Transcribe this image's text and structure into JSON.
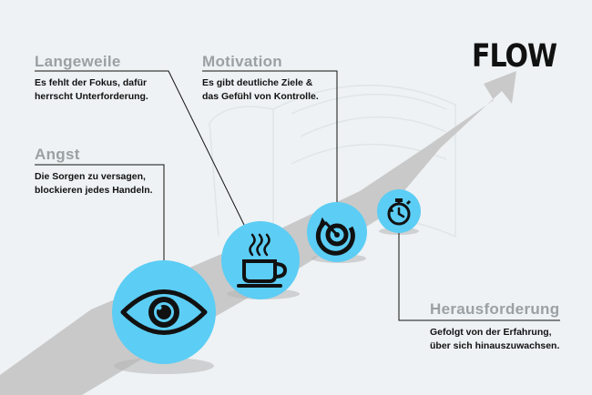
{
  "title": "FLOW",
  "stages": [
    {
      "id": "angst",
      "heading": "Angst",
      "line1": "Die Sorgen zu versagen,",
      "line2": "blockieren jedes Handeln.",
      "icon": "eye-icon"
    },
    {
      "id": "langeweile",
      "heading": "Langeweile",
      "line1": "Es fehlt der Fokus, dafür",
      "line2": "herrscht Unterforderung.",
      "icon": "coffee-cup-icon"
    },
    {
      "id": "motivation",
      "heading": "Motivation",
      "line1": "Es gibt deutliche Ziele &",
      "line2": "das Gefühl von Kontrolle.",
      "icon": "target-icon"
    },
    {
      "id": "herausforderung",
      "heading": "Herausforderung",
      "line1": "Gefolgt von der Erfahrung,",
      "line2": "über sich hinauszuwachsen.",
      "icon": "stopwatch-icon"
    }
  ],
  "colors": {
    "circle": "#5ccdf4",
    "road": "#c9c9c9",
    "background": "#eef2f4",
    "heading": "#9aa0a4",
    "icon": "#111111"
  }
}
